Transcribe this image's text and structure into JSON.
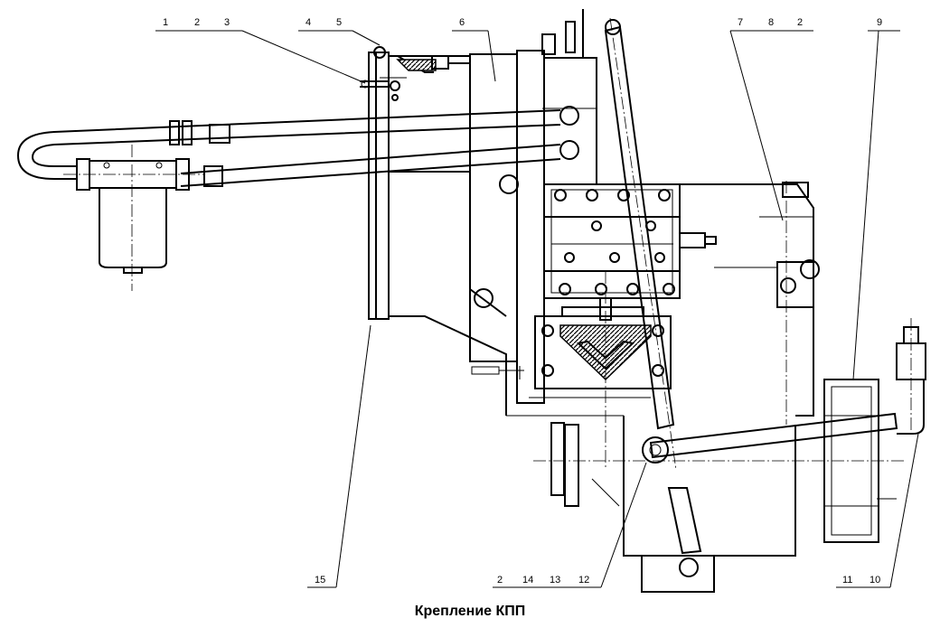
{
  "caption": "Крепление КПП",
  "callouts": {
    "group_top_left_a": [
      "1",
      "2",
      "3"
    ],
    "group_top_left_b": [
      "4",
      "5"
    ],
    "label_6": "6",
    "group_top_right": [
      "7",
      "8",
      "2"
    ],
    "label_9": "9",
    "label_15": "15",
    "group_bottom_mid": [
      "2",
      "14",
      "13",
      "12"
    ],
    "group_bottom_right": [
      "11",
      "10"
    ]
  }
}
